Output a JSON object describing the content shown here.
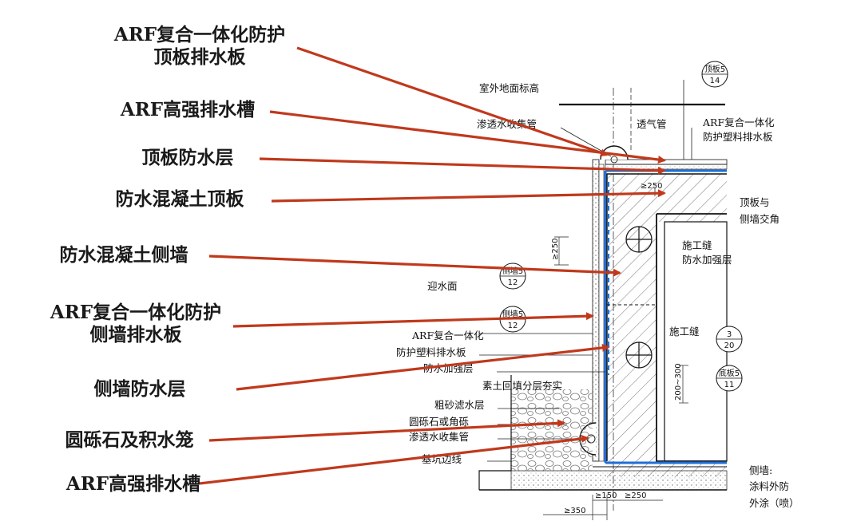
{
  "callouts": [
    {
      "line1": "ARF复合一体化防护",
      "line2": "顶板排水板"
    },
    {
      "line1": "ARF高强排水槽"
    },
    {
      "line1": "顶板防水层"
    },
    {
      "line1": "防水混凝土顶板"
    },
    {
      "line1": "防水混凝土侧墙"
    },
    {
      "line1": "ARF复合一体化防护",
      "line2": "侧墙排水板"
    },
    {
      "line1": "侧墙防水层"
    },
    {
      "line1": "圆砾石及积水笼"
    },
    {
      "line1": "ARF高强排水槽"
    }
  ],
  "drawing_labels": {
    "ground_elevation": "室外地面标高",
    "seepage_pipe_top": "渗透水收集管",
    "vent_pipe": "透气管",
    "arf_board_top_1": "ARF复合一体化",
    "arf_board_top_2": "防护塑料排水板",
    "roof_corner_1": "顶板与",
    "roof_corner_2": "侧墙交角",
    "construction_joint_1": "施工缝",
    "reinforcement_layer_1": "防水加强层",
    "upstream_face": "迎水面",
    "arf_board_side_1": "ARF复合一体化",
    "arf_board_side_2": "防护塑料排水板",
    "reinforcement_layer_2": "防水加强层",
    "construction_joint_2": "施工缝",
    "backfill": "素土回填分层夯实",
    "coarse_sand": "粗砂滤水层",
    "gravel": "圆砾石或角砾",
    "seepage_pipe_bottom": "渗透水收集管",
    "pit_edge": "基坑边线",
    "side_wall_note_1": "侧墙:",
    "side_wall_note_2": "涂料外防",
    "side_wall_note_3": "外涂（喷）"
  },
  "dimensions": {
    "d250_roof": "≥250",
    "d250_side": "≥250",
    "d200_300": "200~300",
    "d150": "≥150",
    "d250_bottom": "≥250",
    "d350": "≥350"
  },
  "index_marks": {
    "roof": {
      "top": "顶板5",
      "bottom": "14"
    },
    "side_a": {
      "top": "侧墙5",
      "bottom": "12"
    },
    "side_b": {
      "top": "侧墙5",
      "bottom": "12"
    },
    "joint": {
      "top": "3",
      "bottom": "20"
    },
    "floor": {
      "top": "底板5",
      "bottom": "11"
    }
  },
  "colors": {
    "arrow": "#c0391c",
    "waterproof": "#1e6fd9",
    "text": "#1a1a1a"
  }
}
